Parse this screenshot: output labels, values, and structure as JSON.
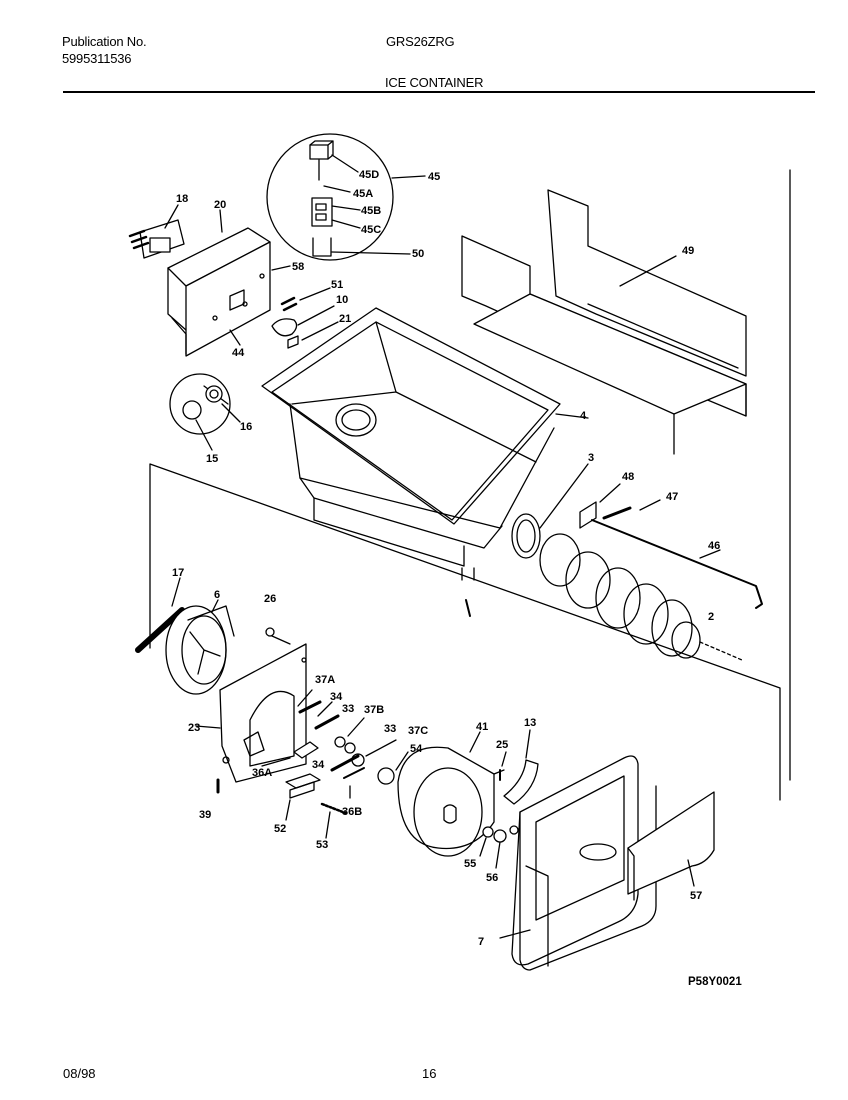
{
  "header": {
    "publication_label": "Publication No.",
    "publication_number": "5995311536",
    "model": "GRS26ZRG",
    "section_title": "ICE CONTAINER"
  },
  "footer": {
    "date": "08/98",
    "page": "16"
  },
  "diagram": {
    "drawing_code": "P58Y0021",
    "callouts": {
      "c18": "18",
      "c20": "20",
      "c45d": "45D",
      "c45a": "45A",
      "c45b": "45B",
      "c45c": "45C",
      "c45": "45",
      "c50": "50",
      "c49": "49",
      "c58": "58",
      "c51": "51",
      "c10": "10",
      "c21": "21",
      "c44": "44",
      "c16": "16",
      "c15": "15",
      "c4": "4",
      "c3": "3",
      "c48": "48",
      "c47": "47",
      "c46": "46",
      "c2": "2",
      "c17": "17",
      "c6": "6",
      "c26": "26",
      "c37a": "37A",
      "c34a": "34",
      "c33a": "33",
      "c37b": "37B",
      "c23": "23",
      "c33b": "33",
      "c37c": "37C",
      "c41": "41",
      "c13": "13",
      "c54": "54",
      "c25": "25",
      "c36a": "36A",
      "c34b": "34",
      "c39": "39",
      "c36b": "36B",
      "c52": "52",
      "c53": "53",
      "c55": "55",
      "c56": "56",
      "c57": "57",
      "c7": "7"
    }
  }
}
